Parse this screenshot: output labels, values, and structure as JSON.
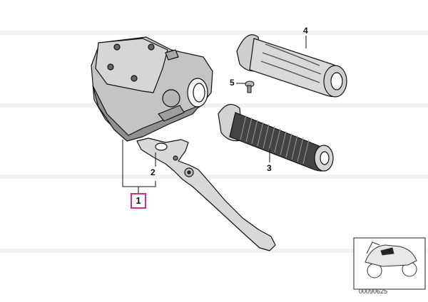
{
  "callouts": {
    "part_1": "1",
    "part_2": "2",
    "part_3": "3",
    "part_4": "4",
    "part_5": "5"
  },
  "thumbnail": {
    "caption": "00090625"
  },
  "colors": {
    "highlight_border": "#e0288a",
    "line": "#111111",
    "housing_fill": "#bdbdbd",
    "housing_dark": "#8c8c8c",
    "grip_fill": "#d0d0d0",
    "watermark": "#f1f1f1"
  }
}
